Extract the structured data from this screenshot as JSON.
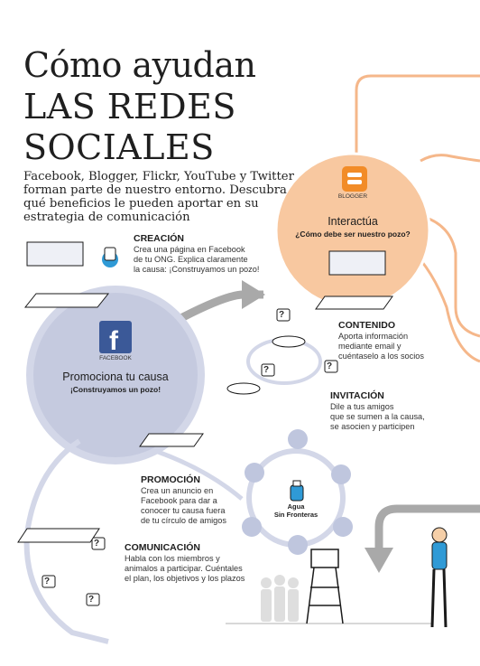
{
  "header": {
    "title_line1": "Cómo ayudan",
    "title_line2": "LAS REDES",
    "title_line3": "SOCIALES",
    "intro": "Facebook, Blogger, Flickr, YouTube y Twitter forman parte de nuestro entorno. Descubra qué beneficios le pueden aportar en su estrategia de comunicación"
  },
  "blogger": {
    "logo_label": "BLOGGER",
    "title": "Interactúa",
    "subtitle": "¿Cómo debe ser nuestro pozo?"
  },
  "facebook": {
    "logo_label": "FACEBOOK",
    "title": "Promociona tu causa",
    "subtitle": "¡Construyamos un pozo!"
  },
  "creacion": {
    "title": "CREACIÓN",
    "lines": [
      "Crea una página en Facebook",
      "de tu ONG. Explica claramente",
      "la causa: ¡Construyamos un pozo!"
    ]
  },
  "contenido": {
    "title": "CONTENIDO",
    "lines": [
      "Aporta información",
      "mediante email y",
      "cuéntaselo a los socios"
    ]
  },
  "invitacion": {
    "title": "INVITACIÓN",
    "lines": [
      "Dile a tus amigos",
      "que se sumen a la causa,",
      "se asocien y participen"
    ]
  },
  "promocion": {
    "title": "PROMOCIÓN",
    "lines": [
      "Crea un anuncio en",
      "Facebook para dar a",
      "conocer tu causa fuera",
      "de tu círculo de amigos"
    ]
  },
  "comunicacion": {
    "title": "COMUNICACIÓN",
    "lines": [
      "Habla con los miembros y",
      "animalos a participar. Cuéntales",
      "el plan, los objetivos y los plazos"
    ]
  },
  "agua": {
    "line1": "Agua",
    "line2": "Sin Fronteras"
  },
  "colors": {
    "orange_light": "#f8c8a0",
    "orange_line": "#f5b78a",
    "lavender": "#c5cadf",
    "lavender_ring": "#d3d7e8",
    "gray_arrow": "#a9a9a9",
    "blogger_orange": "#f28c28",
    "facebook_blue": "#3b5998"
  },
  "icons": [
    "blogger-logo",
    "facebook-logo",
    "water-jug-icon",
    "question-bubble-icon",
    "water-tower-icon"
  ]
}
